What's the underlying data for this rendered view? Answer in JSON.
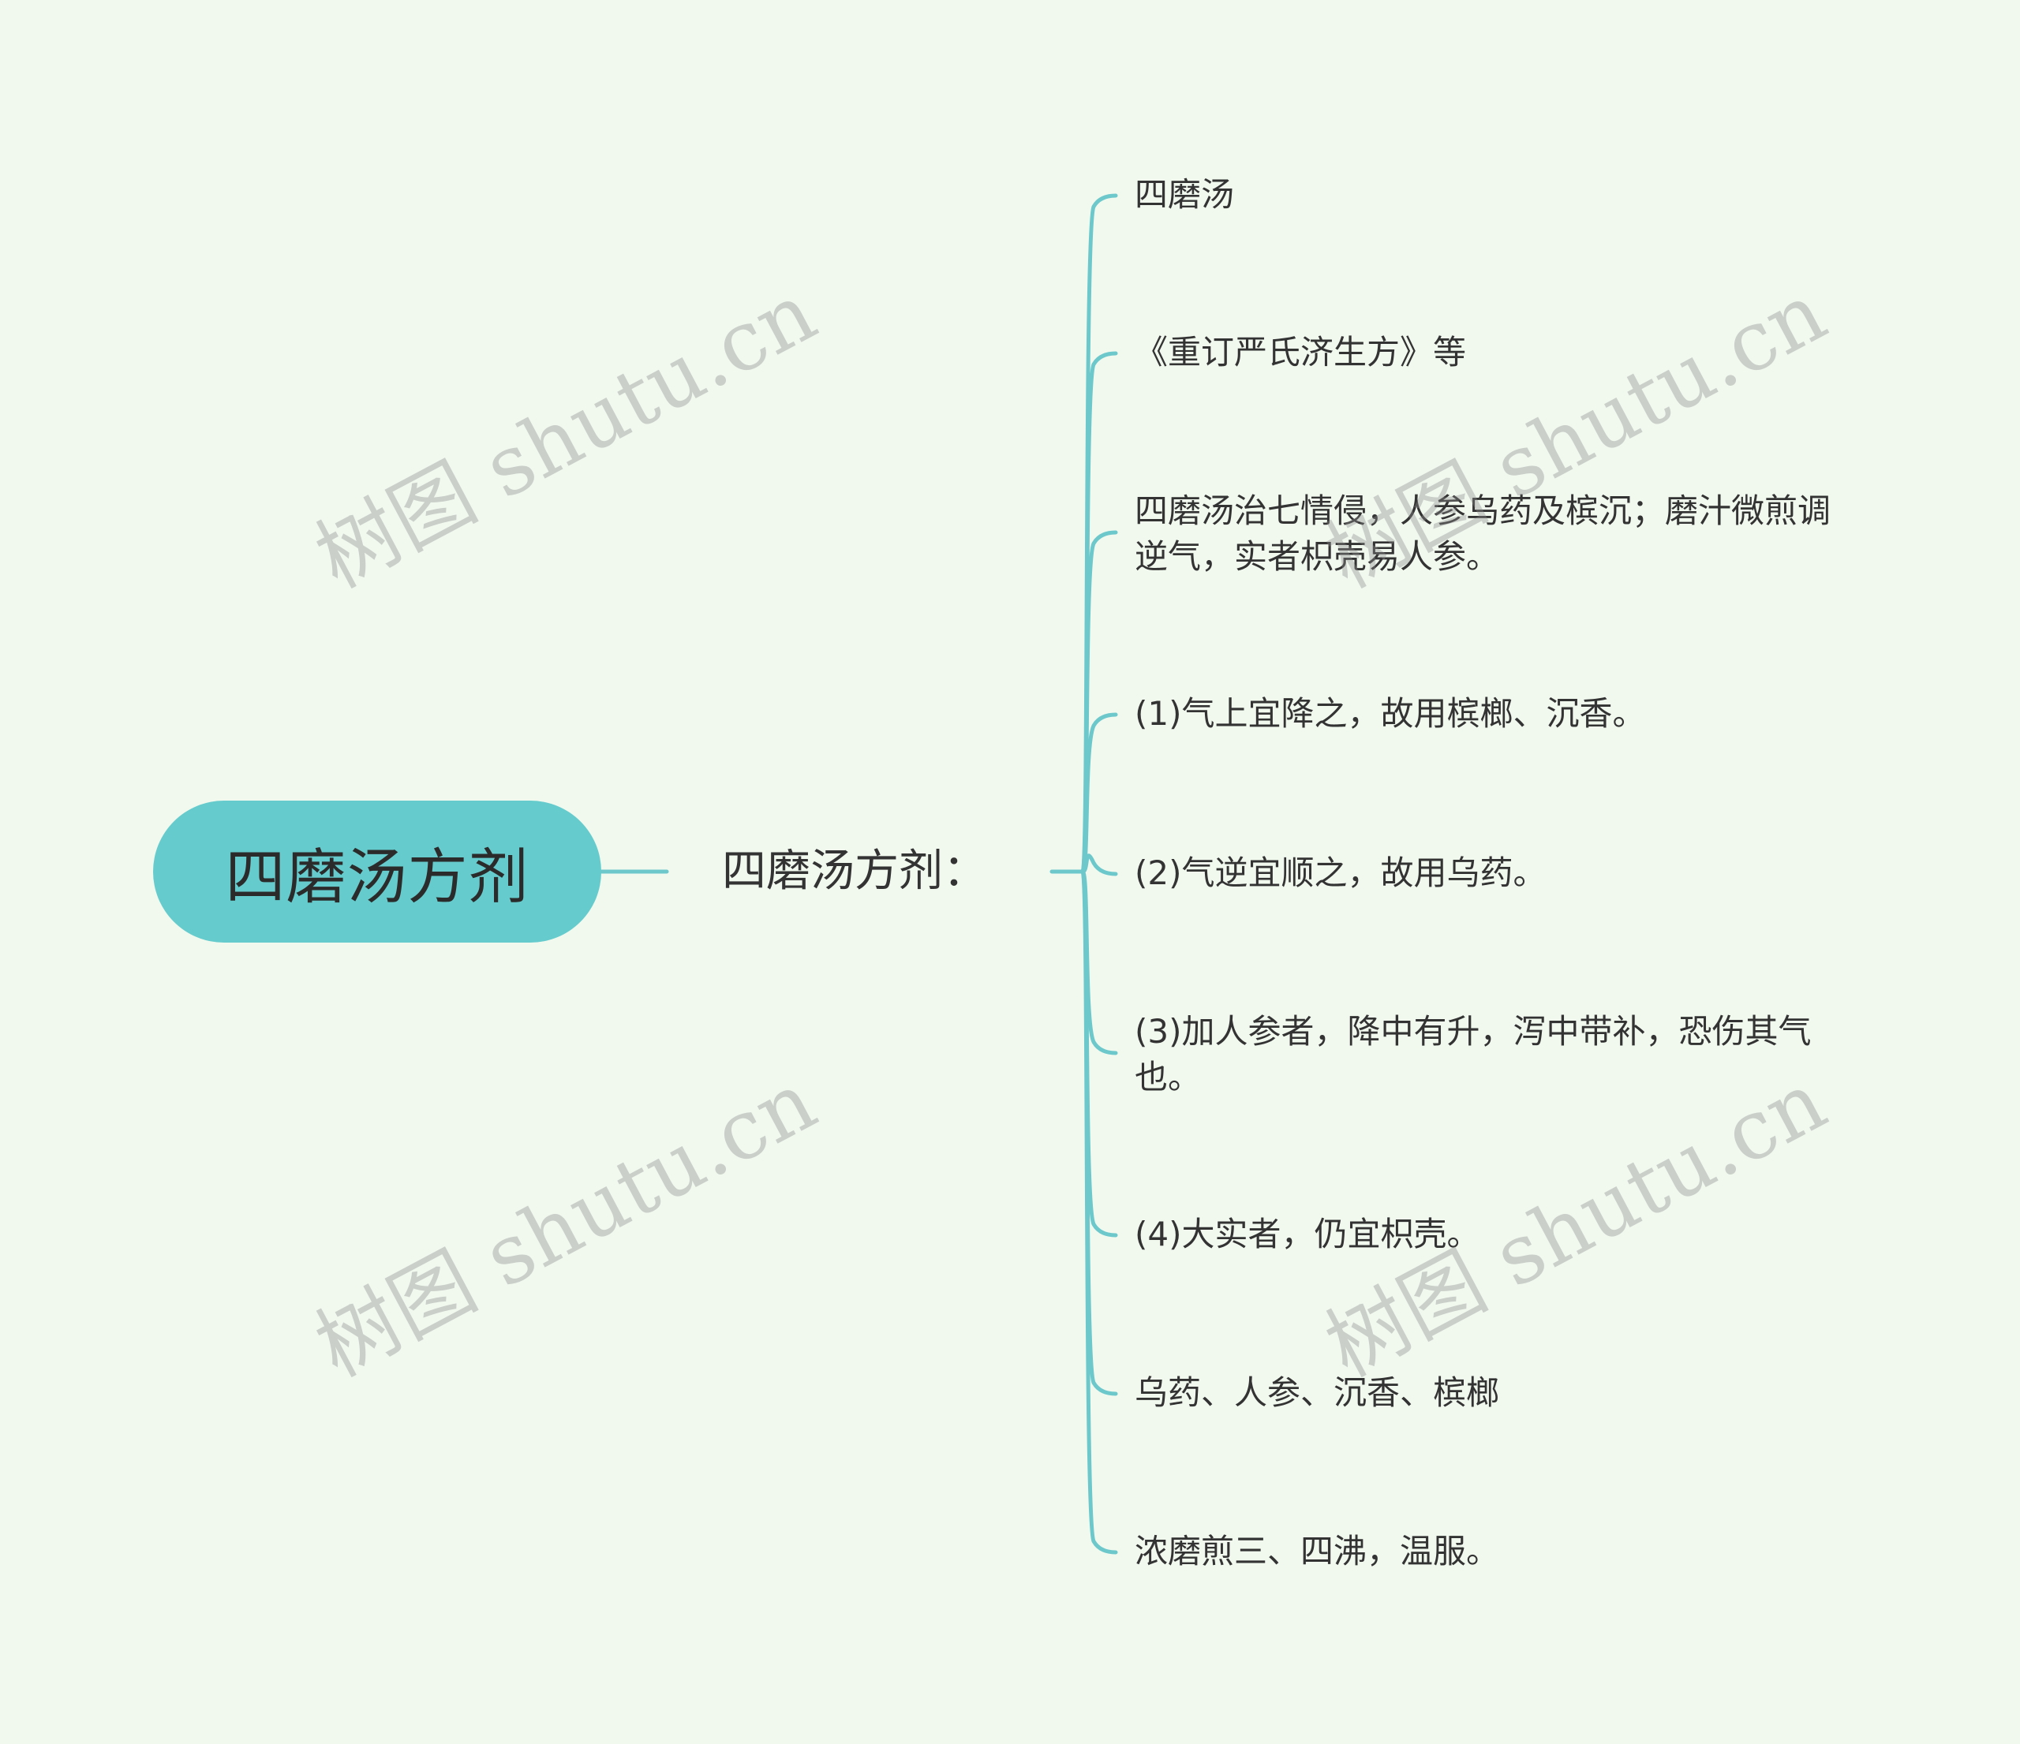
{
  "colors": {
    "background": "#f1f9ef",
    "root_fill": "#65cbcc",
    "connector": "#6cc8cb",
    "text": "#333333"
  },
  "root": {
    "label": "四磨汤方剂"
  },
  "branch": {
    "label": "四磨汤方剂："
  },
  "leaves": [
    {
      "label": "四磨汤"
    },
    {
      "label": "《重订严氏济生方》等"
    },
    {
      "label": "四磨汤治七情侵，人参乌药及槟沉；磨汁微煎调逆气，实者枳壳易人参。"
    },
    {
      "label": "(1)气上宜降之，故用槟榔、沉香。"
    },
    {
      "label": "(2)气逆宜顺之，故用乌药。"
    },
    {
      "label": "(3)加人参者，降中有升，泻中带补，恐伤其气也。"
    },
    {
      "label": "(4)大实者，仍宜枳壳。"
    },
    {
      "label": "乌药、人参、沉香、槟榔"
    },
    {
      "label": "浓磨煎三、四沸，温服。"
    }
  ],
  "watermark": {
    "text": "树图 shutu.cn"
  }
}
